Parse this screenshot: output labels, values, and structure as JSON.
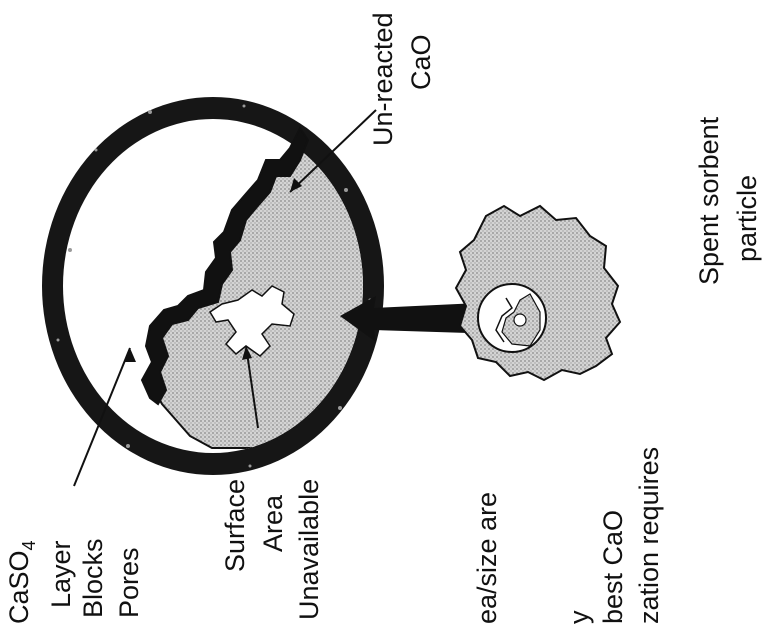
{
  "labels": {
    "caso4_line1": "CaSO",
    "caso4_sub": "4",
    "caso4_line2": "Layer",
    "caso4_line3": "Blocks",
    "caso4_line4": "Pores",
    "surface_line1": "Surface",
    "surface_line2": "Area",
    "surface_line3": "Unavailable",
    "unreacted_line1": "Un-reacted",
    "unreacted_line2": "CaO",
    "spent_line1": "Spent sorbent",
    "spent_line2": "particle",
    "cut_line1": "ea/size are",
    "cut_line2": "y",
    "cut_line3": "best CaO",
    "cut_line4": "zation requires"
  },
  "colors": {
    "ring": "#161616",
    "sorbent": "#c9c9c9",
    "ink": "#111111"
  }
}
